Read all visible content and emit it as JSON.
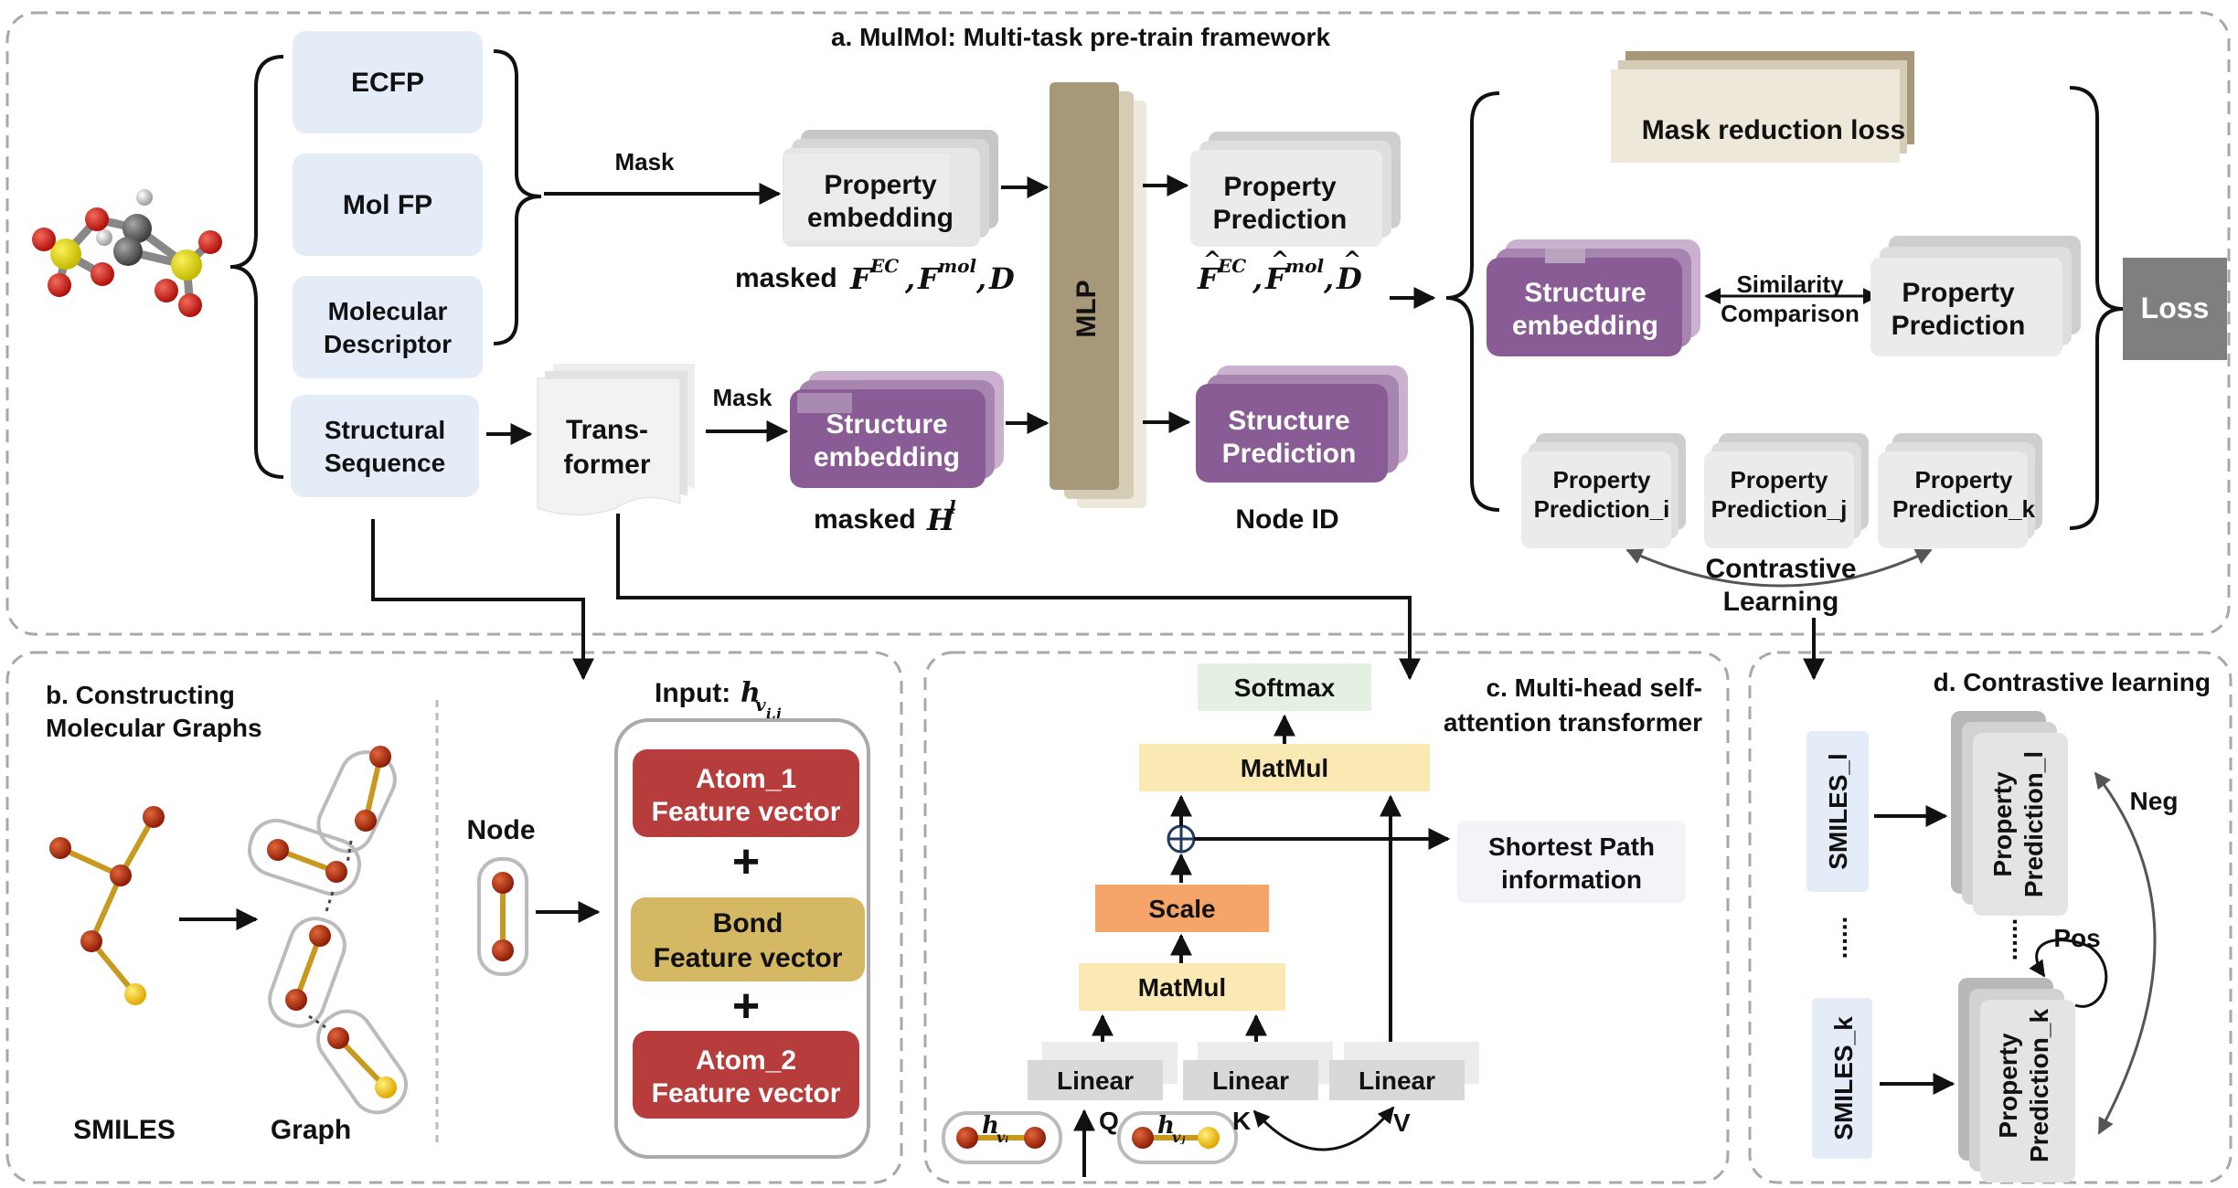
{
  "panels": {
    "a": "a. MulMol: Multi-task pre-train framework",
    "b_line1": "b. Constructing",
    "b_line2": "Molecular Graphs",
    "c_line1": "c. Multi-head self-",
    "c_line2": "attention transformer",
    "d": "d. Contrastive learning"
  },
  "inputs": {
    "ecfp": "ECFP",
    "molfp": "Mol FP",
    "desc_line1": "Molecular",
    "desc_line2": "Descriptor",
    "seq_line1": "Structural",
    "seq_line2": "Sequence"
  },
  "labels": {
    "mask": "Mask",
    "transformer_line1": "Trans-",
    "transformer_line2": "former",
    "property_line1": "Property",
    "embedding": "embedding",
    "prediction": "Prediction",
    "structure": "Structure",
    "mlp": "MLP",
    "node_id": "Node ID",
    "masked": "masked",
    "mask_reduction_loss": "Mask reduction loss",
    "similarity": "Similarity",
    "comparison": "Comparison",
    "loss": "Loss",
    "pred_i": "Prediction_i",
    "pred_j": "Prediction_j",
    "pred_k": "Prediction_k",
    "contrastive": "Contrastive",
    "learning": "Learning"
  },
  "math": {
    "F": "F",
    "EC": "EC",
    "mol": "mol",
    "D": "D",
    "H": "H",
    "l": "l",
    "comma": ",",
    "hat": "^",
    "h": "h",
    "v": "v",
    "vi": "vᵢ",
    "vj": "vⱼ",
    "ij": "i,j"
  },
  "graph": {
    "smiles": "SMILES",
    "graph": "Graph",
    "node": "Node",
    "input": "Input:",
    "atom1_line1": "Atom_1",
    "atom2_line1": "Atom_2",
    "bond_line1": "Bond",
    "feature_vector": "Feature vector",
    "plus": "+"
  },
  "attention": {
    "softmax": "Softmax",
    "matmul": "MatMul",
    "scale": "Scale",
    "linear": "Linear",
    "shortest_line1": "Shortest Path",
    "shortest_line2": "information",
    "q": "Q",
    "k": "K",
    "v": "V"
  },
  "contrastive": {
    "smiles_l": "SMILES_l",
    "smiles_k": "SMILES_k",
    "dots": "......",
    "property": "Property",
    "pred_l": "Prediction_l",
    "pred_k": "Prediction_k",
    "pos": "Pos",
    "neg": "Neg"
  },
  "colors": {
    "input_box": "#e4ecf8",
    "gray_box": "#dcdcdc",
    "purple_box": "#8a5c95",
    "mlp_fill": "#a69878",
    "atom_red": "#b73c3c",
    "bond_gold": "#d4b863",
    "softmax": "#e4f1e2",
    "matmul": "#fbe9b4",
    "scale": "#f5a46a",
    "loss_box": "#7f7f7f"
  }
}
